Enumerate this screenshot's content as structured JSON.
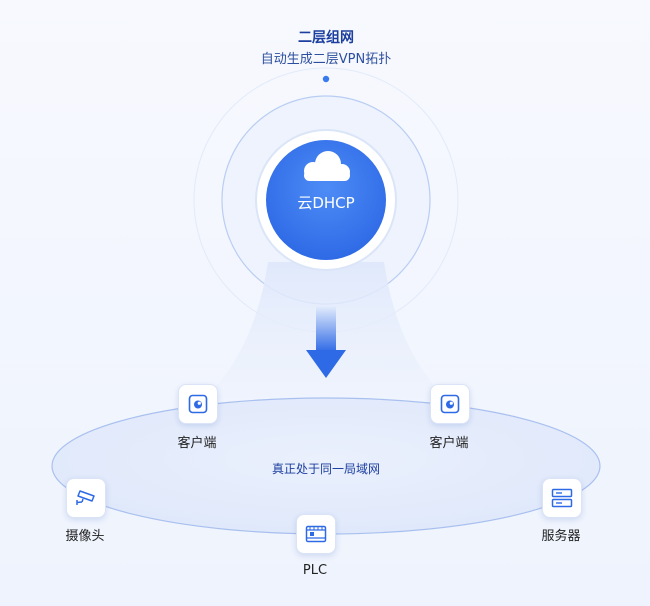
{
  "header": {
    "title": "二层组网",
    "subtitle": "自动生成二层VPN拓扑"
  },
  "hub": {
    "label": "云DHCP",
    "icon": "cloud-icon"
  },
  "lan": {
    "label": "真正处于同一局域网"
  },
  "nodes": [
    {
      "label": "客户端",
      "icon": "client-icon"
    },
    {
      "label": "客户端",
      "icon": "client-icon"
    },
    {
      "label": "摄像头",
      "icon": "camera-icon"
    },
    {
      "label": "PLC",
      "icon": "plc-icon"
    },
    {
      "label": "服务器",
      "icon": "server-icon"
    }
  ],
  "colors": {
    "primary": "#3a7af0",
    "dark_text": "#1c3f9f",
    "ring": "#c9d8f7",
    "background": "#f4f7fd"
  }
}
